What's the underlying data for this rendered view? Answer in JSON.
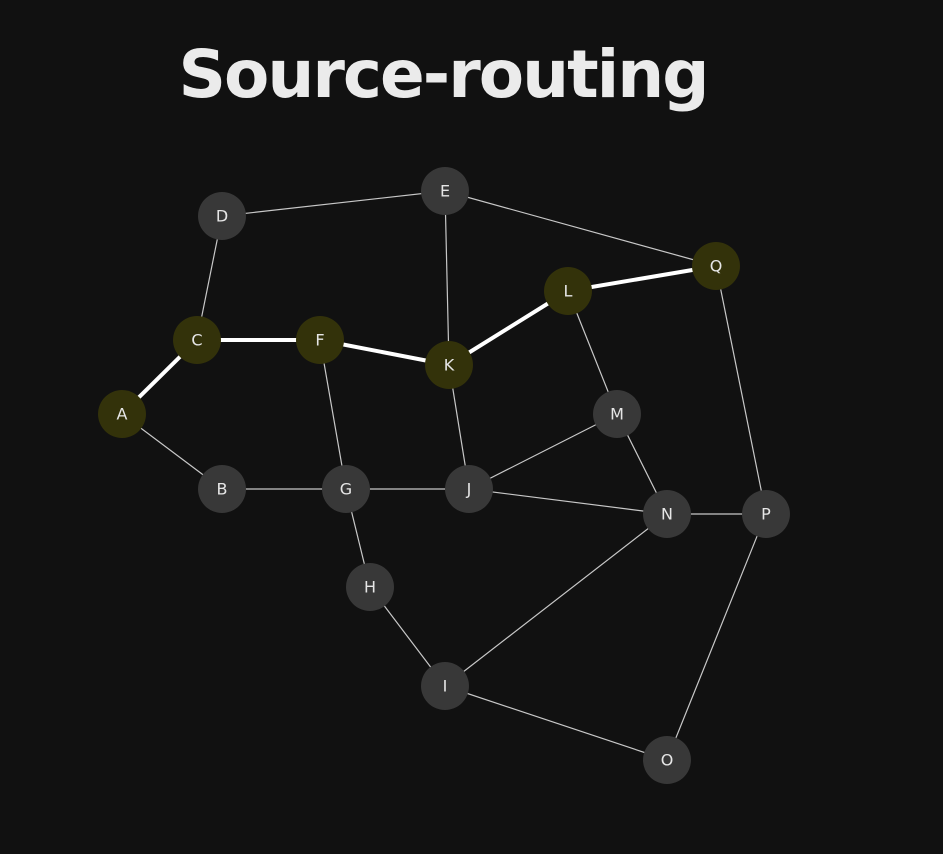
{
  "title": "Source-routing",
  "colors": {
    "background": "#111111",
    "title": "#ebebeb",
    "node": "#383838",
    "node_highlight": "#33320a",
    "node_label": "#e6e6e6",
    "edge": "#c8c8c8",
    "edge_highlight": "#ffffff"
  },
  "nodes": [
    {
      "id": "A",
      "label": "A",
      "highlighted": true
    },
    {
      "id": "B",
      "label": "B",
      "highlighted": false
    },
    {
      "id": "C",
      "label": "C",
      "highlighted": true
    },
    {
      "id": "D",
      "label": "D",
      "highlighted": false
    },
    {
      "id": "E",
      "label": "E",
      "highlighted": false
    },
    {
      "id": "F",
      "label": "F",
      "highlighted": true
    },
    {
      "id": "G",
      "label": "G",
      "highlighted": false
    },
    {
      "id": "H",
      "label": "H",
      "highlighted": false
    },
    {
      "id": "I",
      "label": "I",
      "highlighted": false
    },
    {
      "id": "J",
      "label": "J",
      "highlighted": false
    },
    {
      "id": "K",
      "label": "K",
      "highlighted": true
    },
    {
      "id": "L",
      "label": "L",
      "highlighted": true
    },
    {
      "id": "M",
      "label": "M",
      "highlighted": false
    },
    {
      "id": "N",
      "label": "N",
      "highlighted": false
    },
    {
      "id": "O",
      "label": "O",
      "highlighted": false
    },
    {
      "id": "P",
      "label": "P",
      "highlighted": false
    },
    {
      "id": "Q",
      "label": "Q",
      "highlighted": true
    }
  ],
  "edges": [
    {
      "from": "D",
      "to": "E",
      "highlighted": false
    },
    {
      "from": "D",
      "to": "C",
      "highlighted": false
    },
    {
      "from": "E",
      "to": "Q",
      "highlighted": false
    },
    {
      "from": "E",
      "to": "K",
      "highlighted": false
    },
    {
      "from": "A",
      "to": "C",
      "highlighted": true
    },
    {
      "from": "C",
      "to": "F",
      "highlighted": true
    },
    {
      "from": "F",
      "to": "K",
      "highlighted": true
    },
    {
      "from": "K",
      "to": "L",
      "highlighted": true
    },
    {
      "from": "L",
      "to": "Q",
      "highlighted": true
    },
    {
      "from": "A",
      "to": "B",
      "highlighted": false
    },
    {
      "from": "B",
      "to": "G",
      "highlighted": false
    },
    {
      "from": "F",
      "to": "G",
      "highlighted": false
    },
    {
      "from": "G",
      "to": "J",
      "highlighted": false
    },
    {
      "from": "K",
      "to": "J",
      "highlighted": false
    },
    {
      "from": "J",
      "to": "M",
      "highlighted": false
    },
    {
      "from": "L",
      "to": "M",
      "highlighted": false
    },
    {
      "from": "M",
      "to": "N",
      "highlighted": false
    },
    {
      "from": "J",
      "to": "N",
      "highlighted": false
    },
    {
      "from": "N",
      "to": "P",
      "highlighted": false
    },
    {
      "from": "Q",
      "to": "P",
      "highlighted": false
    },
    {
      "from": "G",
      "to": "H",
      "highlighted": false
    },
    {
      "from": "H",
      "to": "I",
      "highlighted": false
    },
    {
      "from": "I",
      "to": "N",
      "highlighted": false
    },
    {
      "from": "I",
      "to": "O",
      "highlighted": false
    },
    {
      "from": "P",
      "to": "O",
      "highlighted": false
    }
  ]
}
